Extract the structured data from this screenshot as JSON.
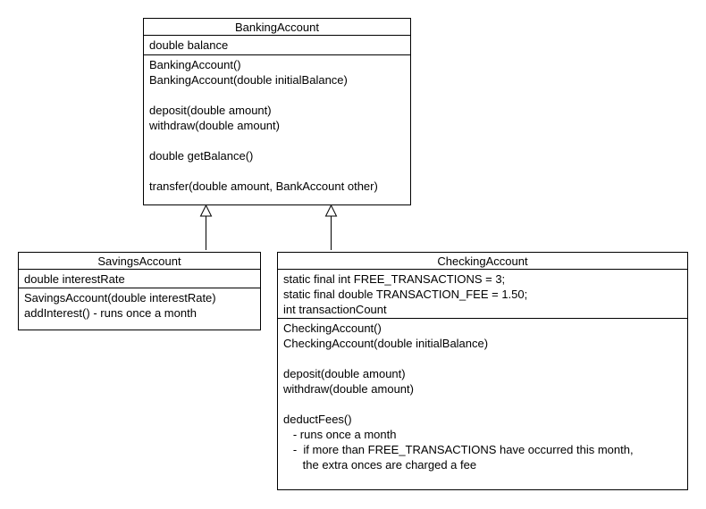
{
  "classes": {
    "banking": {
      "name": "BankingAccount",
      "attributes": [
        "double balance"
      ],
      "operations": [
        "BankingAccount()",
        "BankingAccount(double initialBalance)",
        "",
        "deposit(double amount)",
        "withdraw(double amount)",
        "",
        "double getBalance()",
        "",
        "transfer(double amount, BankAccount other)"
      ]
    },
    "savings": {
      "name": "SavingsAccount",
      "attributes": [
        "double interestRate"
      ],
      "operations": [
        "SavingsAccount(double interestRate)",
        "addInterest() - runs once a month"
      ]
    },
    "checking": {
      "name": "CheckingAccount",
      "attributes": [
        "static final int FREE_TRANSACTIONS = 3;",
        "static final double TRANSACTION_FEE = 1.50;",
        "int transactionCount"
      ],
      "operations": [
        "CheckingAccount()",
        "CheckingAccount(double initialBalance)",
        "",
        "deposit(double amount)",
        "withdraw(double amount)",
        "",
        "deductFees()",
        "   - runs once a month",
        "   -  if more than FREE_TRANSACTIONS have occurred this month,",
        "      the extra onces are charged a fee"
      ]
    }
  },
  "relations": [
    {
      "type": "generalization",
      "from": "savings",
      "to": "banking"
    },
    {
      "type": "generalization",
      "from": "checking",
      "to": "banking"
    }
  ]
}
